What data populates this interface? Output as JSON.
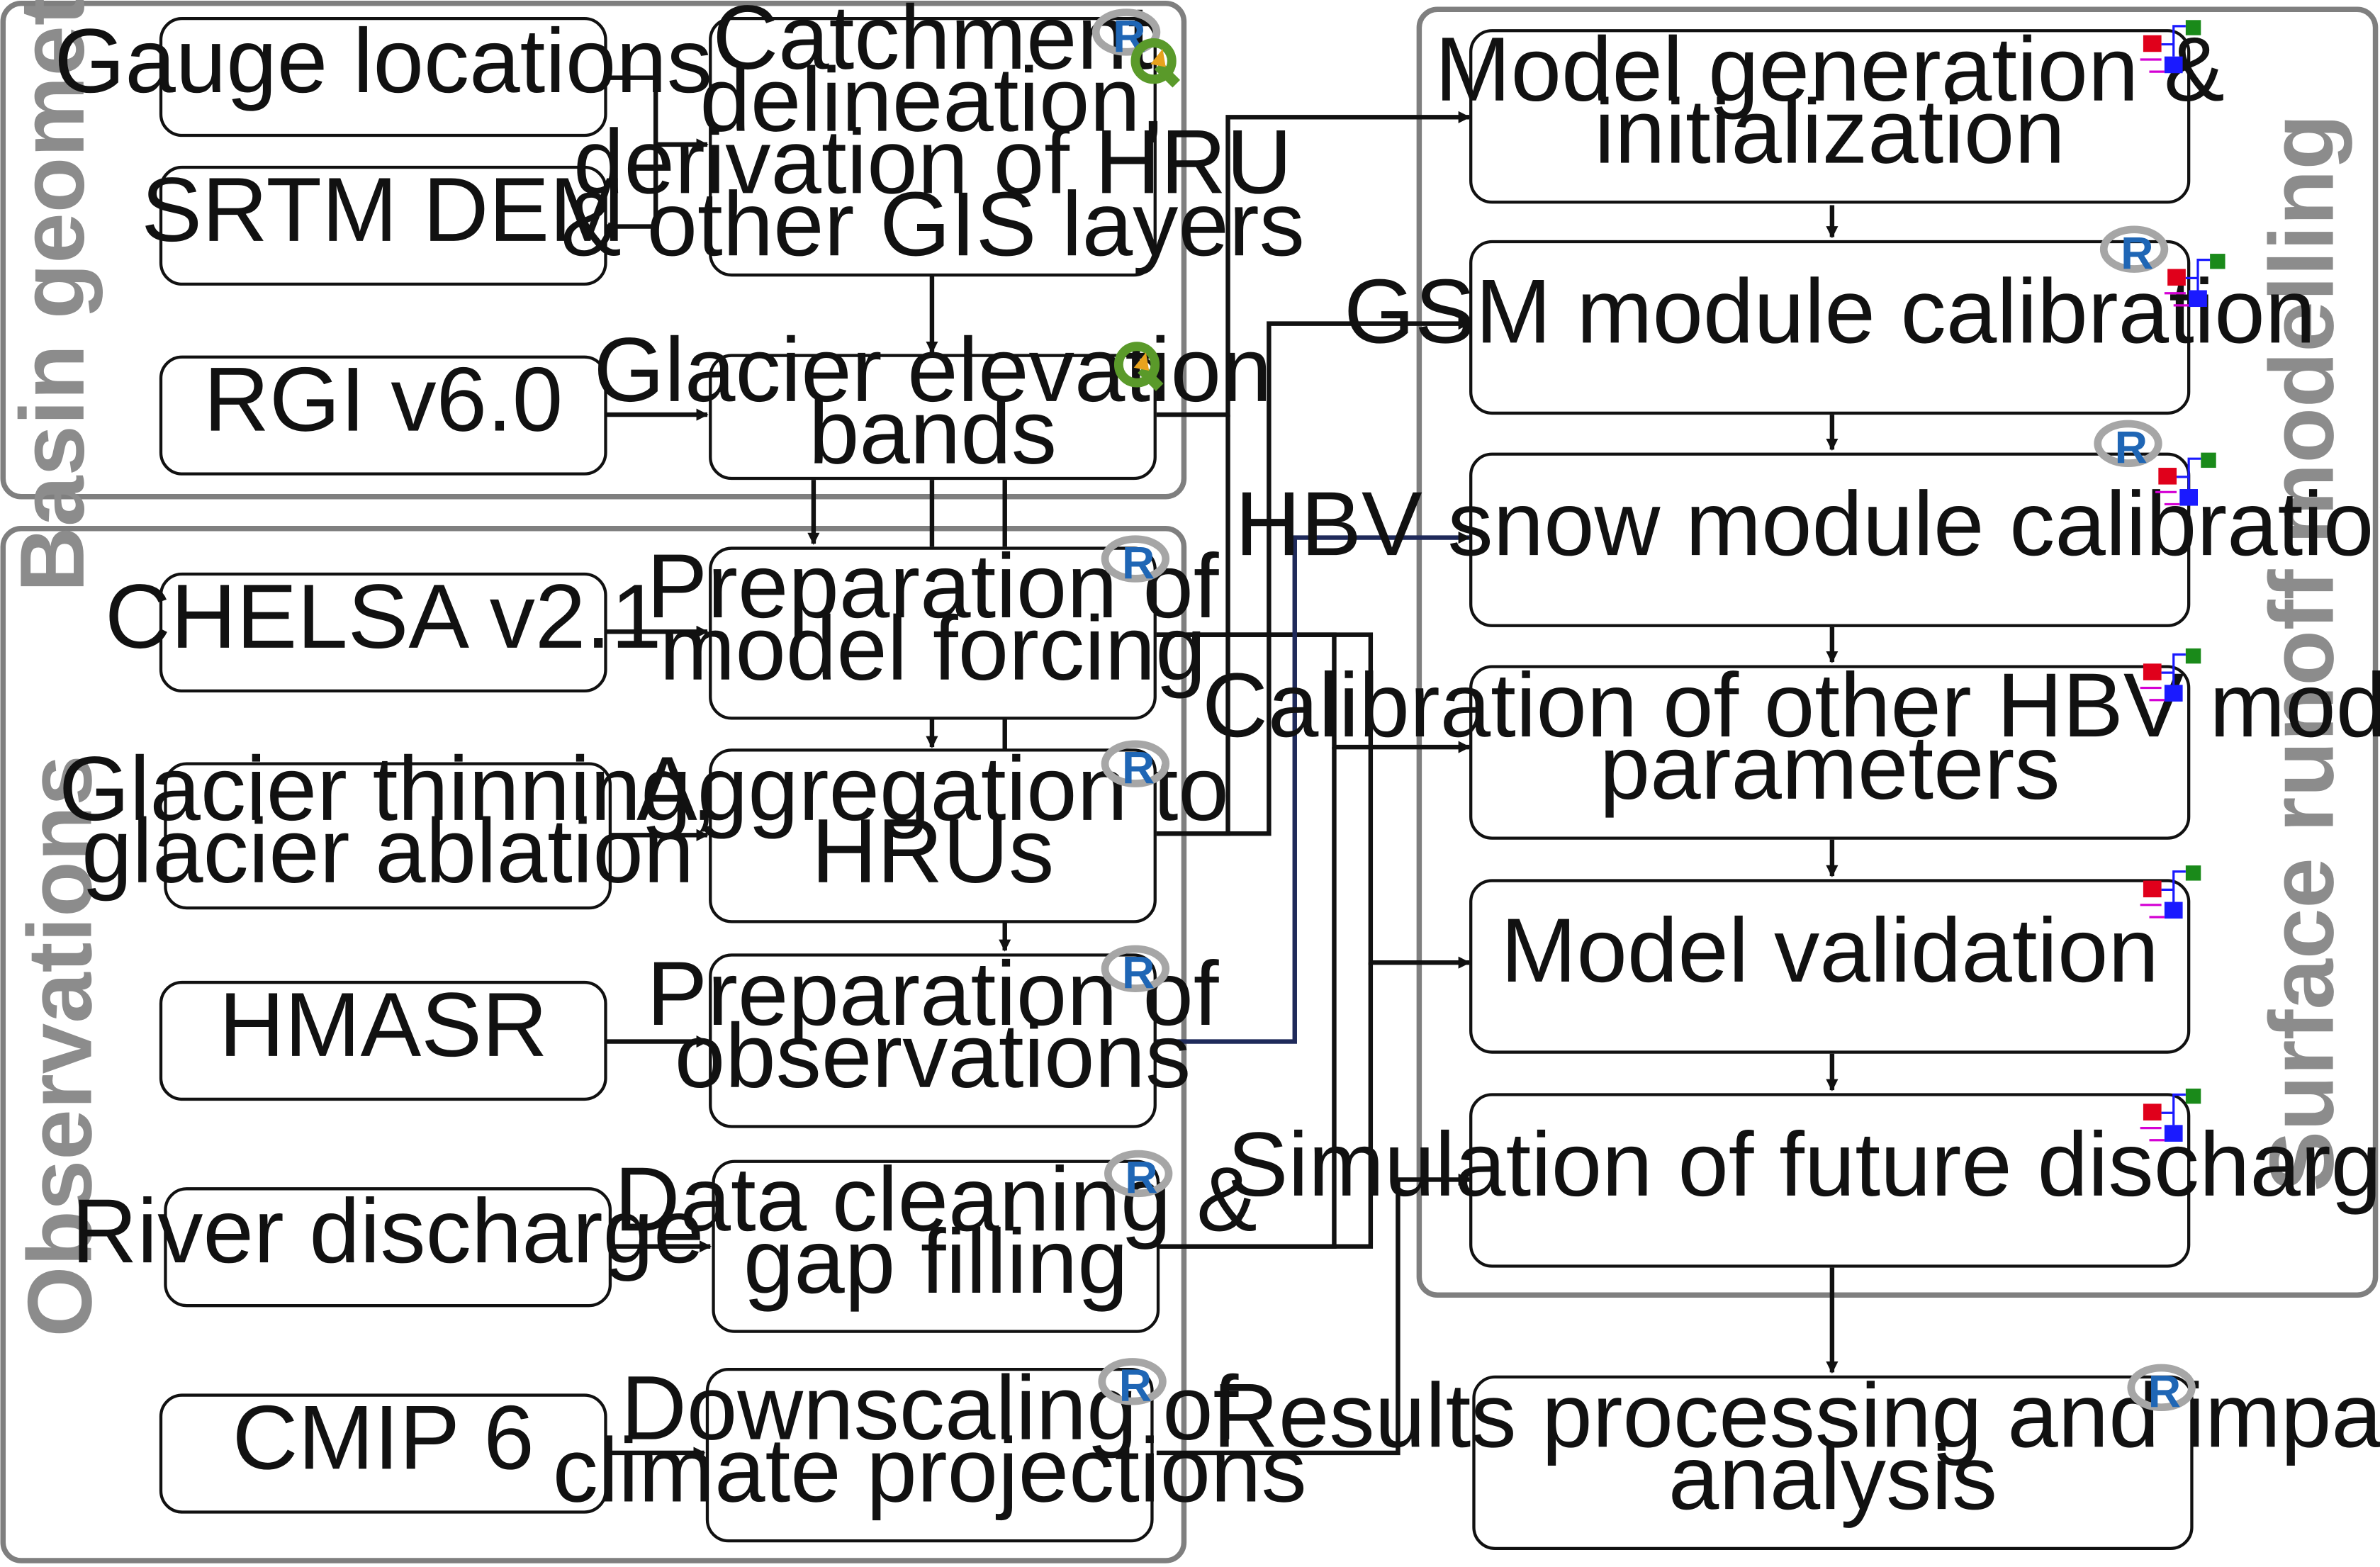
{
  "groups": {
    "basin": "Basin geometry",
    "observations": "Observations",
    "runoff": "Surface runoff modelling"
  },
  "inputs": {
    "gauge": [
      "Gauge locations"
    ],
    "srtm": [
      "SRTM DEM"
    ],
    "rgi": [
      "RGI v6.0"
    ],
    "chelsa": [
      "CHELSA v2.1"
    ],
    "thinning": [
      "Glacier thinning,",
      "glacier ablation"
    ],
    "hmasr": [
      "HMASR"
    ],
    "river": [
      "River discharge"
    ],
    "cmip": [
      "CMIP 6"
    ]
  },
  "processing": {
    "catchment": [
      "Catchment",
      "delineation,",
      "derivation of HRU",
      "& other GIS layers"
    ],
    "glacier_bands": [
      "Glacier elevation",
      "bands"
    ],
    "forcing": [
      "Preparation of",
      "model forcing"
    ],
    "aggregation": [
      "Aggregation to",
      "HRUs"
    ],
    "prep_obs": [
      "Preparation of",
      "observations"
    ],
    "cleaning": [
      "Data cleaning &",
      "gap filling"
    ],
    "downscaling": [
      "Downscaling of",
      "climate projections"
    ]
  },
  "modelling": {
    "generation": [
      "Model generation &",
      "initialization"
    ],
    "gsm": [
      "GSM module calibration"
    ],
    "hbv_snow": [
      "HBV snow module calibration"
    ],
    "hbv_other": [
      "Calibration of other HBV model",
      "parameters"
    ],
    "validation": [
      "Model validation"
    ],
    "simulation": [
      "Simulation of future discharge"
    ],
    "results": [
      "Results processing and impact",
      "analysis"
    ]
  },
  "icon_names": {
    "r": "r-logo-icon",
    "qgis": "qgis-logo-icon",
    "hbv": "hbv-model-icon"
  },
  "icon_letters": {
    "r": "R"
  },
  "colors": {
    "group_border": "#7f7f7f",
    "box_border": "#111111",
    "arrow": "#111111",
    "r_blue": "#1f66b5",
    "r_ring": "#a6a6a6",
    "qgis_green": "#5a9a2a",
    "qgis_orange": "#e8a31e",
    "hbv_red": "#e0001b",
    "hbv_green": "#1a8a1a",
    "hbv_blue": "#1a1aff",
    "hbv_pink": "#d400d4",
    "navy_line": "#1f2a5a"
  }
}
